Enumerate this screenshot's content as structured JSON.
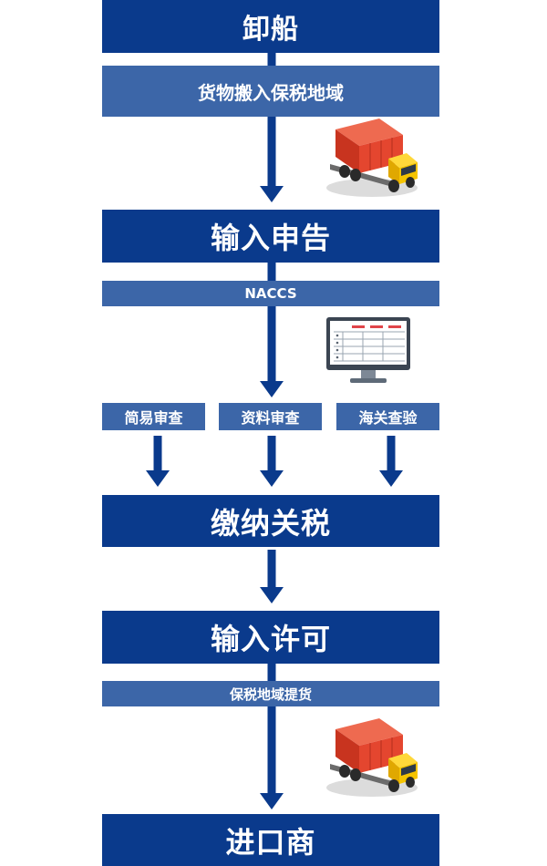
{
  "colors": {
    "main": "#0a3a8c",
    "sub": "#3c66a8",
    "arrow": "#0a3a8c",
    "truck_cargo": "#d9402b",
    "truck_cab": "#f5c400"
  },
  "steps": {
    "unload": "卸船",
    "cargo_into_bonded_area": "货物搬入保税地域",
    "import_declaration": "输入申告",
    "naccs": "NACCS",
    "simple_review": "简易审查",
    "document_review": "资料审查",
    "customs_inspection": "海关查验",
    "pay_tariff": "缴纳关税",
    "import_permit": "输入许可",
    "bonded_pickup": "保税地域提货",
    "importer": "进口商"
  },
  "icons": {
    "truck": "truck-icon",
    "monitor": "monitor-icon"
  }
}
